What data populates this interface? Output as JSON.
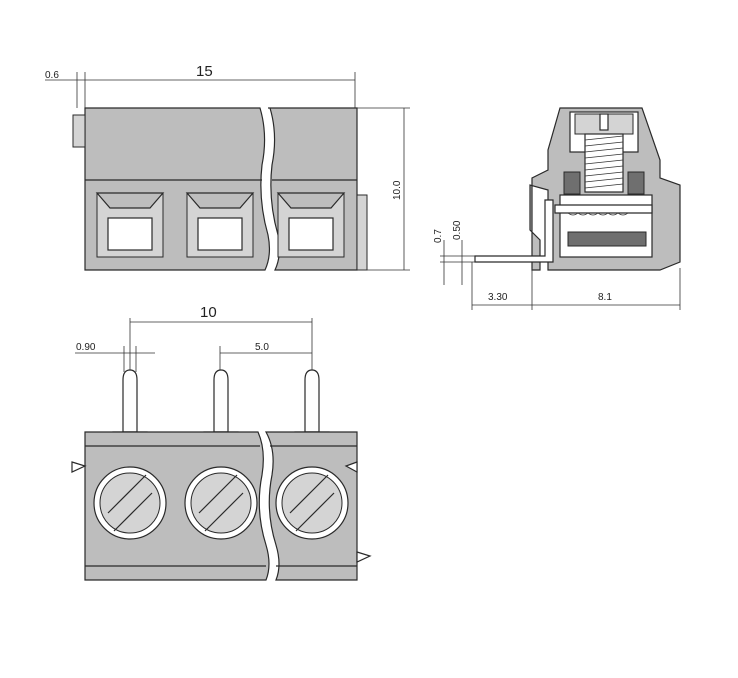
{
  "dimensions": {
    "top_width": "15",
    "top_offset": "0.6",
    "height": "10.0",
    "pitch_total": "10",
    "pin_width": "0.90",
    "pitch": "5.0",
    "pin_thickness": "0.7",
    "pin_gap": "0.50",
    "pin_protrusion": "3.30",
    "side_depth": "8.1"
  },
  "colors": {
    "body": "#bdbdbd",
    "outline": "#2a2a2a"
  },
  "views": {
    "front": "front-view",
    "side": "side-section-view",
    "top": "top-view"
  }
}
